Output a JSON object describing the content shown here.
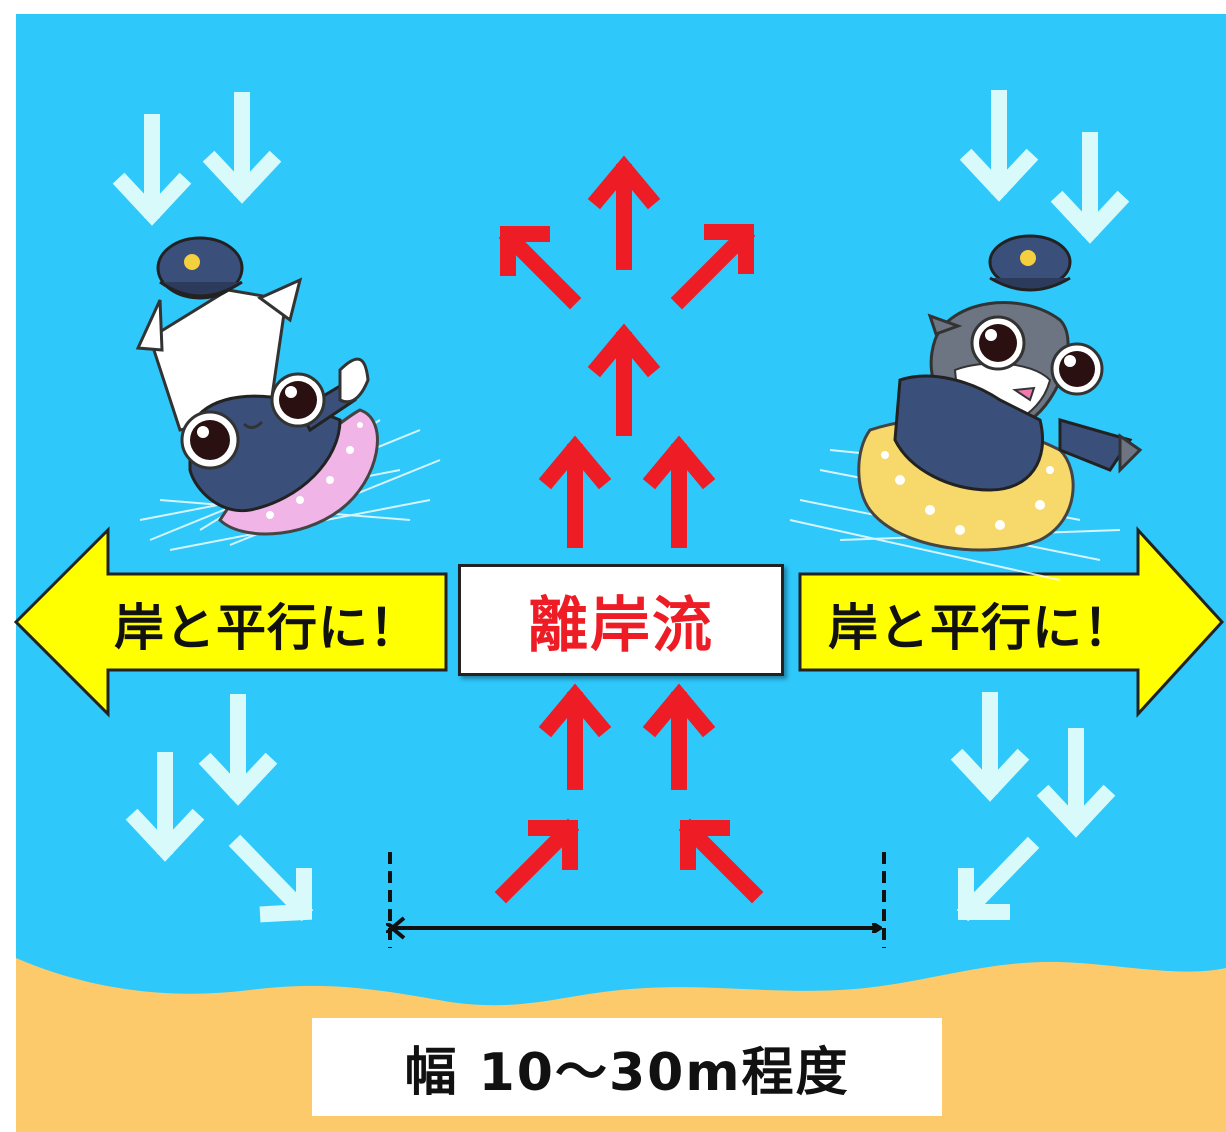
{
  "labels": {
    "parallel_left": "岸と平行に！",
    "parallel_right": "岸と平行に！",
    "rip_current": "離岸流",
    "width_note": "幅 10〜30m程度"
  },
  "colors": {
    "sea": "#2ec8fb",
    "sand": "#fdca6b",
    "outflow_arrow": "#ee1c25",
    "wave_arrow": "#d8fafa",
    "parallel_arrow": "#ffff00",
    "rip_text": "#ee1c25"
  },
  "characters": [
    {
      "name": "squid-mascot",
      "float_color": "#f0b4e6"
    },
    {
      "name": "shark-mascot",
      "float_color": "#f7d86a"
    }
  ]
}
